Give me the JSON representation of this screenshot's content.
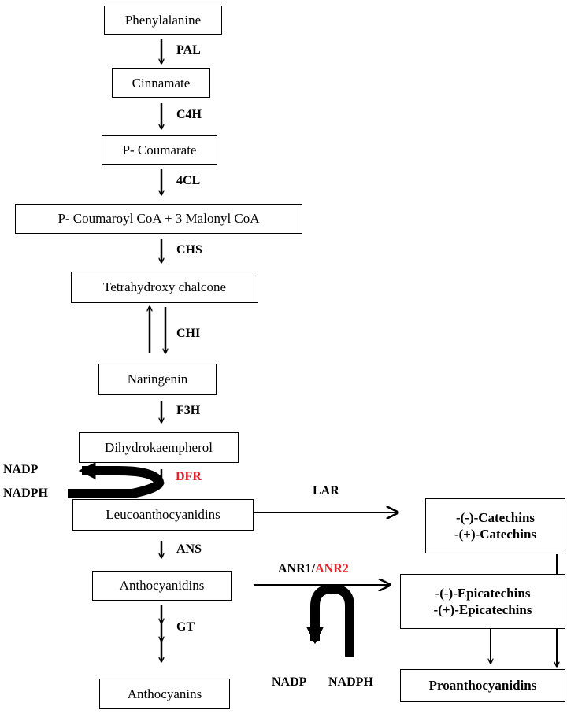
{
  "compounds": {
    "phenylalanine": "Phenylalanine",
    "cinnamate": "Cinnamate",
    "p_coumarate": "P- Coumarate",
    "p_coumaroyl": "P- Coumaroyl CoA + 3 Malonyl CoA",
    "tetrahydroxy": "Tetrahydroxy chalcone",
    "naringenin": "Naringenin",
    "dihydrokaempherol": "Dihydrokaempherol",
    "leucoanthocyanidins": "Leucoanthocyanidins",
    "anthocyanidins": "Anthocyanidins",
    "anthocyanins": "Anthocyanins",
    "catechins_minus": "-(-)-Catechins",
    "catechins_plus": "-(+)-Catechins",
    "epicatechins_minus": "-(-)-Epicatechins",
    "epicatechins_plus": "-(+)-Epicatechins",
    "proanthocyanidins": "Proanthocyanidins"
  },
  "enzymes": {
    "pal": "PAL",
    "c4h": "C4H",
    "fourcl": "4CL",
    "chs": "CHS",
    "chi": "CHI",
    "f3h": "F3H",
    "dfr": "DFR",
    "ans": "ANS",
    "gt": "GT",
    "lar": "LAR",
    "anr1": "ANR1",
    "anr_sep": "/",
    "anr2": "ANR2"
  },
  "cofactors": {
    "nadp_left": "NADP",
    "nadph_left": "NADPH",
    "nadp_bottom": "NADP",
    "nadph_bottom": "NADPH"
  },
  "colors": {
    "highlight": "#e8202a",
    "line": "#000000"
  }
}
